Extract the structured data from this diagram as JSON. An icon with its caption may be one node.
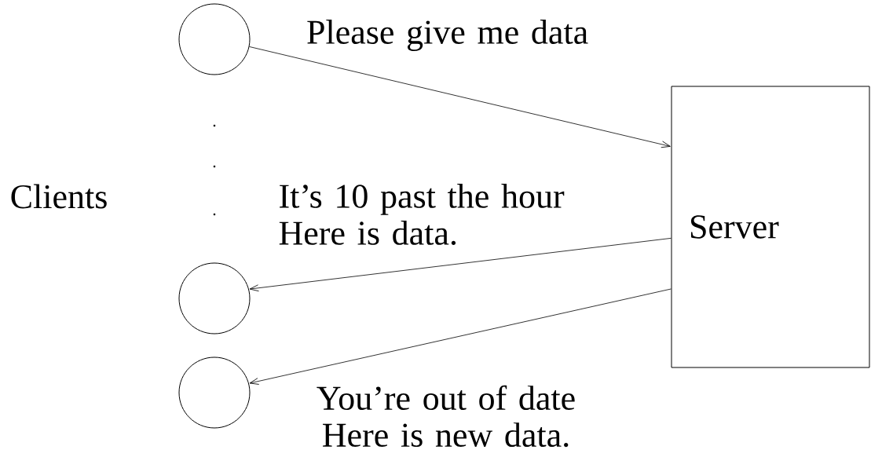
{
  "diagram": {
    "nodes": [
      {
        "text": [],
        "shape": "circle"
      },
      {
        "text": [],
        "shape": "circle"
      },
      {
        "text": [],
        "shape": "circle"
      },
      {
        "text": [
          "Server"
        ]
      }
    ],
    "edges": [
      {
        "from": 0,
        "to": 3,
        "arrow": "to",
        "label": "Please give me data"
      },
      {
        "from": 3,
        "to": 1,
        "arrow": "to",
        "label": "It’s 10 past the hour Here is data."
      },
      {
        "from": 3,
        "to": 2,
        "arrow": "to",
        "label": "You’re out of date Here is new data."
      }
    ],
    "labels": [
      "Clients"
    ]
  }
}
